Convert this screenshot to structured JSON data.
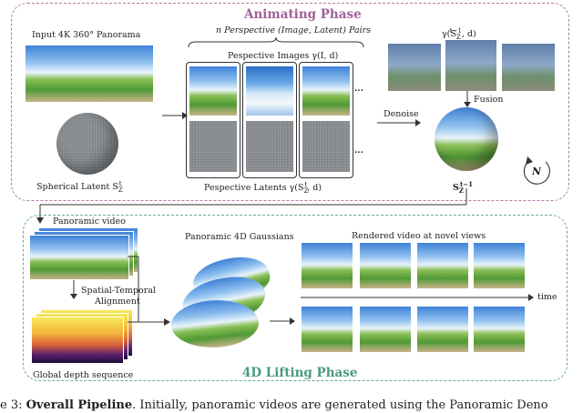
{
  "animating": {
    "title": "Animating Phase",
    "input_label": "Input 4K 360° Panorama",
    "spherical_label": "Spherical Latent S",
    "spherical_sub": "Z",
    "spherical_sup": "t",
    "pairs_label": "n Perspective (Image, Latent) Pairs",
    "images_label": "Pespective Images γ(I, d)",
    "latents_label": "Pespective Latents γ(S",
    "latents_sub": "Z",
    "latents_sup": "t",
    "latents_tail": ", d)",
    "dots": "...",
    "denoise_label": "Denoise",
    "gamma_label": "γ(S",
    "gamma_sub": "Z",
    "gamma_sup": "t−1",
    "gamma_tail": ", d)",
    "fusion_label": "Fusion",
    "output_label": "S",
    "output_sub": "Z",
    "output_sup": "t−1",
    "loop_label": "N"
  },
  "lifting": {
    "title": "4D Lifting Phase",
    "pano_video_label": "Panoramic video",
    "alignment_label_1": "Spatial-Temporal",
    "alignment_label_2": "Alignment",
    "depth_label": "Global depth sequence",
    "gaussians_label": "Panoramic 4D Gaussians",
    "rendered_label": "Rendered video at novel views",
    "time_label": "time"
  },
  "caption": {
    "prefix": "e 3: ",
    "bold": "Overall Pipeline",
    "text": ". Initially, panoramic videos are generated using the Panoramic Deno"
  },
  "colors": {
    "animating": "#b07aa8",
    "lifting": "#6aab95"
  }
}
